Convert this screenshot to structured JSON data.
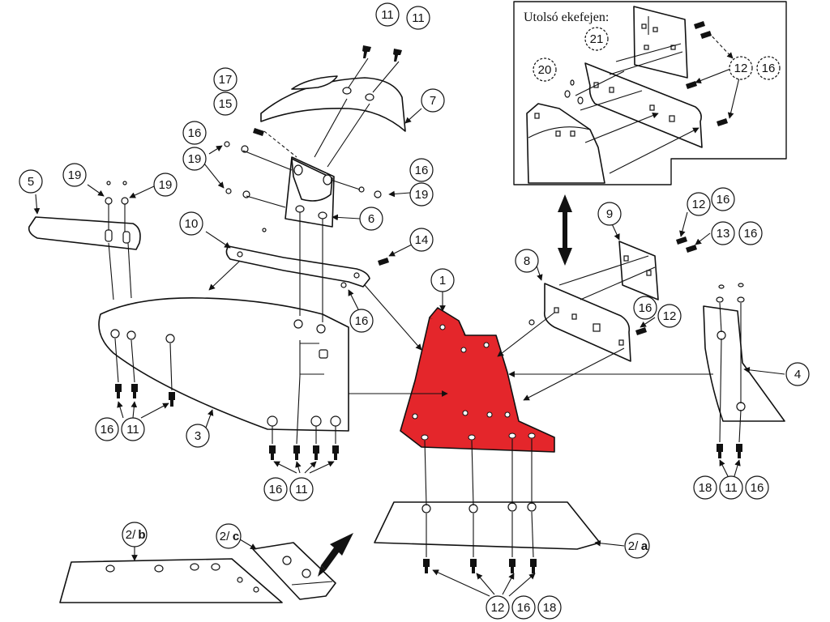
{
  "inset": {
    "title": "Utolsó ekefejen:"
  },
  "callouts": {
    "c1": "1",
    "c2a": "2/",
    "c2a_suffix": "a",
    "c2b": "2/",
    "c2b_suffix": "b",
    "c2c": "2/",
    "c2c_suffix": "c",
    "c3": "3",
    "c4": "4",
    "c5": "5",
    "c6": "6",
    "c7": "7",
    "c8": "8",
    "c9": "9",
    "c10": "10",
    "c11": "11",
    "c12": "12",
    "c13": "13",
    "c14": "14",
    "c15": "15",
    "c16": "16",
    "c17": "17",
    "c18": "18",
    "c19": "19",
    "c20": "20",
    "c21": "21"
  },
  "colors": {
    "highlight": "#e4262b",
    "ink": "#111111",
    "paper": "#ffffff"
  },
  "icons": {
    "double-arrow": "double-headed-arrow-icon",
    "bolt": "bolt-icon"
  }
}
